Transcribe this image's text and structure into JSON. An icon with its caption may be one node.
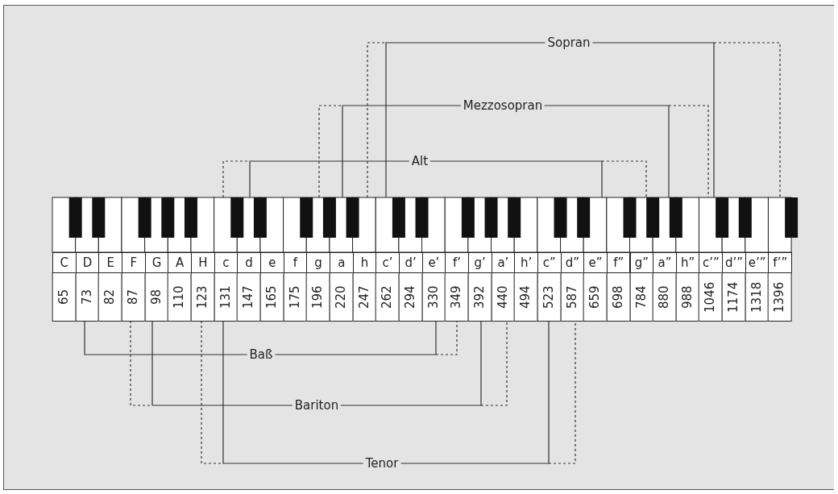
{
  "diagram": {
    "labels": [
      "Sopran",
      "Mezzosopran",
      "Alt",
      "C",
      "D",
      "E",
      "F",
      "G",
      "A",
      "H",
      "c",
      "d",
      "e",
      "f",
      "g",
      "a",
      "h",
      "c’",
      "d’",
      "e’",
      "f’",
      "g’",
      "a’",
      "h’",
      "c”",
      "d”",
      "e”",
      "f”",
      "g”",
      "a”",
      "h”",
      "c’”",
      "d’”",
      "e’”",
      "f’”",
      "65",
      "73",
      "82",
      "87",
      "98",
      "110",
      "123",
      "131",
      "147",
      "165",
      "175",
      "196",
      "220",
      "247",
      "262",
      "294",
      "330",
      "349",
      "392",
      "440",
      "494",
      "523",
      "587",
      "659",
      "698",
      "784",
      "880",
      "988",
      "1046",
      "1174",
      "1318",
      "1396",
      "Baß",
      "Bariton",
      "Tenor"
    ]
  }
}
